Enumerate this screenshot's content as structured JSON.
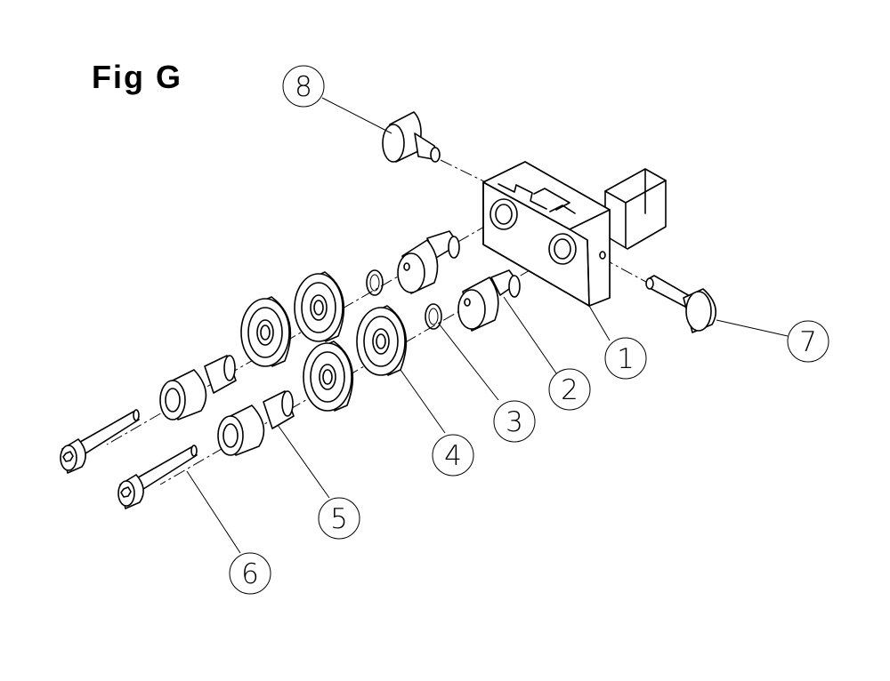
{
  "figure": {
    "title": "Fig G"
  },
  "callouts": [
    {
      "label": "1",
      "part": "bracket-body"
    },
    {
      "label": "2",
      "part": "flanged-pin-front"
    },
    {
      "label": "3",
      "part": "retaining-ring-front"
    },
    {
      "label": "4",
      "part": "bearing-front-right"
    },
    {
      "label": "5",
      "part": "spacer-sleeve-front"
    },
    {
      "label": "6",
      "part": "cap-screw-front"
    },
    {
      "label": "7",
      "part": "knob-right"
    },
    {
      "label": "8",
      "part": "knob-top"
    }
  ],
  "colors": {
    "line": "#000000",
    "background": "#ffffff"
  }
}
